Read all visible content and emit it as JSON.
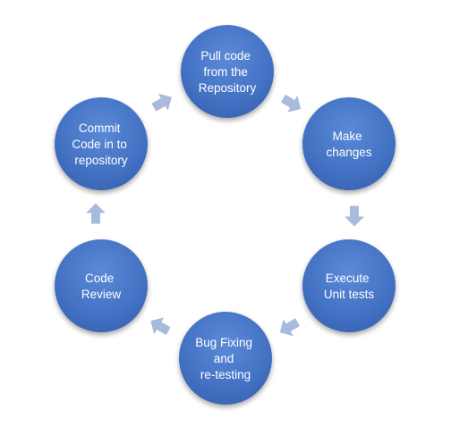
{
  "diagram": {
    "type": "cycle",
    "colors": {
      "node_fill": "#4472C4",
      "node_fill_light": "#5B8AD6",
      "node_fill_dark": "#2F5597",
      "arrow_fill": "#A9BBDD",
      "text": "#FFFFFF"
    },
    "nodes": [
      {
        "id": "pull",
        "lines": [
          "Pull code",
          "from the",
          "Repository"
        ]
      },
      {
        "id": "make",
        "lines": [
          "Make",
          "changes"
        ]
      },
      {
        "id": "unit",
        "lines": [
          "Execute",
          "Unit tests"
        ]
      },
      {
        "id": "bugfix",
        "lines": [
          "Bug Fixing",
          "and",
          "re-testing"
        ]
      },
      {
        "id": "review",
        "lines": [
          "Code",
          "Review"
        ]
      },
      {
        "id": "commit",
        "lines": [
          "Commit",
          "Code in to",
          "repository"
        ]
      }
    ],
    "arrows": [
      {
        "from": "pull",
        "to": "make",
        "direction_icon": "arrow-down-right-icon"
      },
      {
        "from": "make",
        "to": "unit",
        "direction_icon": "arrow-down-icon"
      },
      {
        "from": "unit",
        "to": "bugfix",
        "direction_icon": "arrow-down-left-icon"
      },
      {
        "from": "bugfix",
        "to": "review",
        "direction_icon": "arrow-up-left-icon"
      },
      {
        "from": "review",
        "to": "commit",
        "direction_icon": "arrow-up-icon"
      },
      {
        "from": "commit",
        "to": "pull",
        "direction_icon": "arrow-up-right-icon"
      }
    ]
  }
}
